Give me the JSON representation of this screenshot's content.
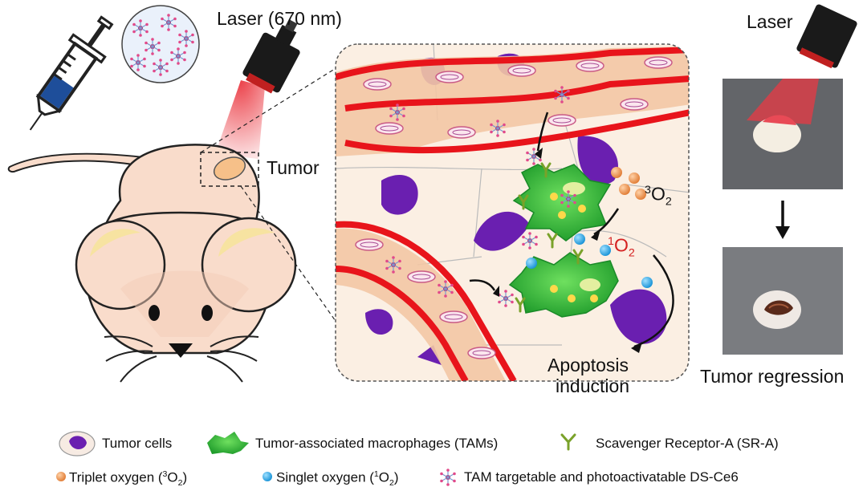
{
  "labels": {
    "laser_670": "Laser (670 nm)",
    "laser": "Laser",
    "tumor": "Tumor",
    "apoptosis_line1": "Apoptosis",
    "apoptosis_line2": "induction",
    "tumor_regression": "Tumor regression",
    "triplet_symbol": {
      "sup": "3",
      "base": "O",
      "sub": "2"
    },
    "singlet_symbol": {
      "sup": "1",
      "base": "O",
      "sub": "2"
    }
  },
  "legend": {
    "tumor_cells": "Tumor cells",
    "tams": "Tumor-associated macrophages (TAMs)",
    "sra": "Scavenger Receptor-A (SR-A)",
    "triplet_prefix": "Triplet oxygen (",
    "triplet_sup": "3",
    "triplet_base": "O",
    "triplet_sub": "2",
    "triplet_suffix": ")",
    "singlet_prefix": "Singlet oxygen (",
    "singlet_sup": "1",
    "singlet_base": "O",
    "singlet_sub": "2",
    "singlet_suffix": ")",
    "dsce6": "TAM targetable and photoactivatable DS-Ce6"
  },
  "colors": {
    "mouse_body": "#f9dccb",
    "ear_inner": "#f7e3a1",
    "vessel_fill": "#f3c7a4",
    "vessel_wall": "#e8141b",
    "tumor_cell": "#6a1fb0",
    "tam": "#2ec43a",
    "triplet_oxygen": "#f0924e",
    "singlet_oxygen": "#1ea7e8",
    "laser_beam": "#e8202a",
    "syringe": "#1e4e9a"
  },
  "icons": [
    "syringe-icon",
    "nanoparticle-icon",
    "laser-device-icon",
    "mouse-icon",
    "tumor-cell-icon",
    "macrophage-icon",
    "receptor-icon",
    "oxygen-dot-icon"
  ]
}
